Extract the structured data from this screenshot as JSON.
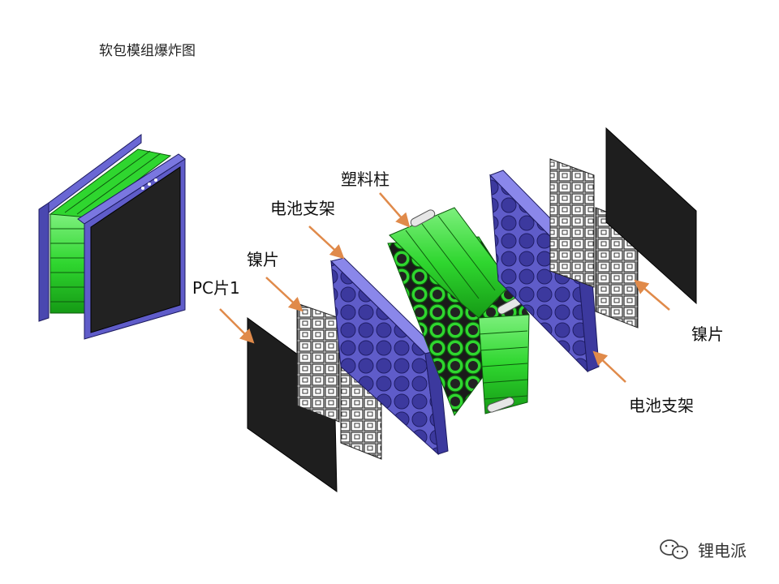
{
  "title": "软包模组爆炸图",
  "labels": {
    "plastic_pillar": "塑料柱",
    "battery_holder_left": "电池支架",
    "nickel_left": "镍片",
    "pc_sheet": "PC片1",
    "nickel_right": "镍片",
    "battery_holder_right": "电池支架"
  },
  "watermark": "锂电派",
  "colors": {
    "frame_blue": "#5f5cc9",
    "cell_green": "#2fd62f",
    "plate_black": "#222222",
    "arrow_orange": "#e08a4a"
  }
}
